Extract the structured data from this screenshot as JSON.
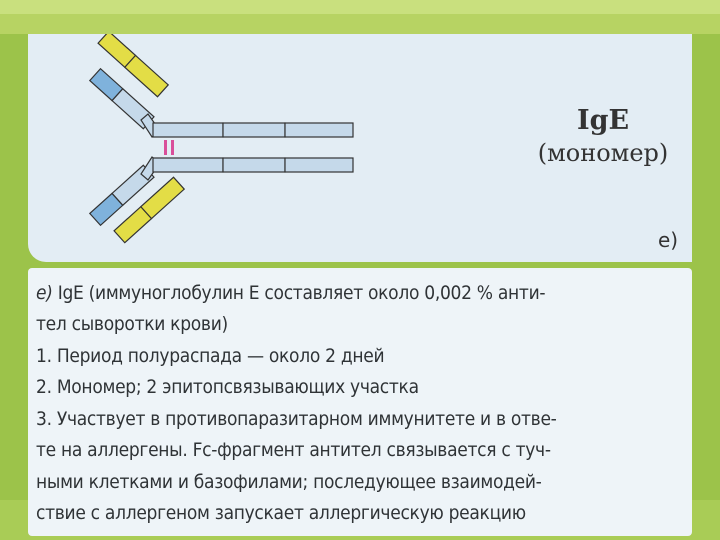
{
  "figure": {
    "title": "IgE",
    "subtitle": "(мономер)",
    "letter": "е)"
  },
  "description": {
    "lines": [
      {
        "prefix": "е)",
        "text": " IgE (иммуноглобулин E составляет около 0,002 % анти-"
      },
      {
        "prefix": "",
        "text": "тел сыворотки крови)"
      },
      {
        "prefix": "",
        "text": "1. Период полураспада — около 2 дней"
      },
      {
        "prefix": "",
        "text": "2. Мономер; 2 эпитопсвязывающих участка"
      },
      {
        "prefix": "",
        "text": "3. Участвует в противопаразитарном иммунитете и в отве-"
      },
      {
        "prefix": "",
        "text": "те на аллергены. Fc-фрагмент антител связывается с туч-"
      },
      {
        "prefix": "",
        "text": "ными клетками и базофилами; последующее взаимодей-"
      },
      {
        "prefix": "",
        "text": "ствие с аллергеном запускает аллергическую реакцию"
      }
    ]
  },
  "colors": {
    "heavy_chain": "#c5d9ea",
    "variable_heavy": "#7fb2dc",
    "light_chain": "#e3dd46",
    "disulfide": "#d94f9a",
    "background_green": "#9cc34a"
  }
}
